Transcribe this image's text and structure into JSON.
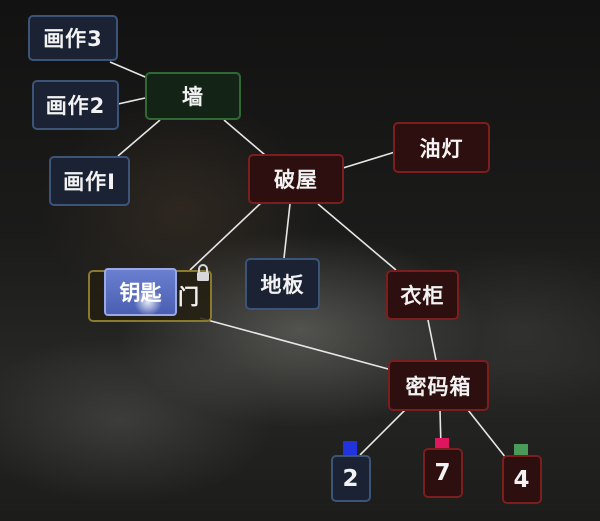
{
  "nodes": {
    "painting3": "画作3",
    "painting2": "画作2",
    "painting1": "画作I",
    "wall": "墙",
    "shack": "破屋",
    "oil_lamp": "油灯",
    "floor": "地板",
    "wardrobe": "衣柜",
    "door": "门",
    "key": "钥匙",
    "code_box": "密码箱",
    "digit_blue": "2",
    "digit_pink": "7",
    "digit_green": "4"
  },
  "marker_colors": {
    "blue": "#2233dd",
    "pink": "#e0155f",
    "green": "#4a9a5a"
  },
  "icons": {
    "door_lock": "lock-icon"
  }
}
